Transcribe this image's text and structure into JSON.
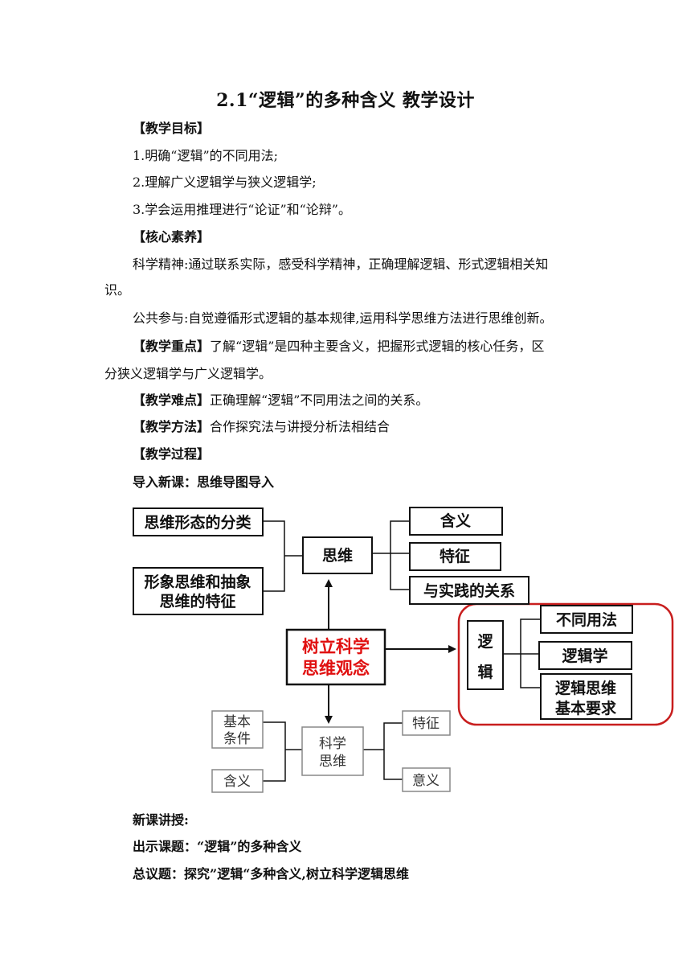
{
  "document": {
    "title": "2.1“逻辑”的多种含义 教学设计",
    "objectives_heading": "【教学目标】",
    "objectives": [
      "1.明确“逻辑”的不同用法;",
      "2.理解广义逻辑学与狭义逻辑学;",
      "3.学会运用推理进行“论证”和“论辩”。"
    ],
    "literacy_heading": "【核心素养】",
    "literacy_science_line1": "科学精神:通过联系实际，感受科学精神，正确理解逻辑、形式逻辑相关知",
    "literacy_science_line2": "识。",
    "literacy_public": "公共参与:自觉遵循形式逻辑的基本规律,运用科学思维方法进行思维创新。",
    "key_point_label": "【教学重点】",
    "key_point_line1": "了解“逻辑”是四种主要含义，把握形式逻辑的核心任务，区",
    "key_point_line2": "分狭义逻辑学与广义逻辑学。",
    "difficulty_label": "【教学难点】",
    "difficulty_text": "正确理解“逻辑”不同用法之间的关系。",
    "method_label": "【教学方法】",
    "method_text": "合作探究法与讲授分析法相结合",
    "process_heading": "【教学过程】",
    "intro_line": "导入新课：思维导图导入",
    "new_lesson": "新课讲授:",
    "show_topic": "出示课题：“逻辑”的多种含义",
    "general_topic": "总议题：探究”逻辑“多种含义,树立科学逻辑思维"
  },
  "mindmap": {
    "center_line1": "树立科学",
    "center_line2": "思维观念",
    "thinking": "思维",
    "thinking_left1": "思维形态的分类",
    "thinking_left2_line1": "形象思维和抽象",
    "thinking_left2_line2": "思维的特征",
    "thinking_right": [
      "含义",
      "特征",
      "与实践的关系"
    ],
    "logic_line1": "逻",
    "logic_line2": "辑",
    "logic_right1": "不同用法",
    "logic_right2": "逻辑学",
    "logic_right3_line1": "逻辑思维",
    "logic_right3_line2": "基本要求",
    "science_line1": "科学",
    "science_line2": "思维",
    "science_left1_line1": "基本",
    "science_left1_line2": "条件",
    "science_left2": "含义",
    "science_right": [
      "特征",
      "意义"
    ],
    "center_color": "#e01010",
    "highlight_border": "#c81e1e"
  }
}
